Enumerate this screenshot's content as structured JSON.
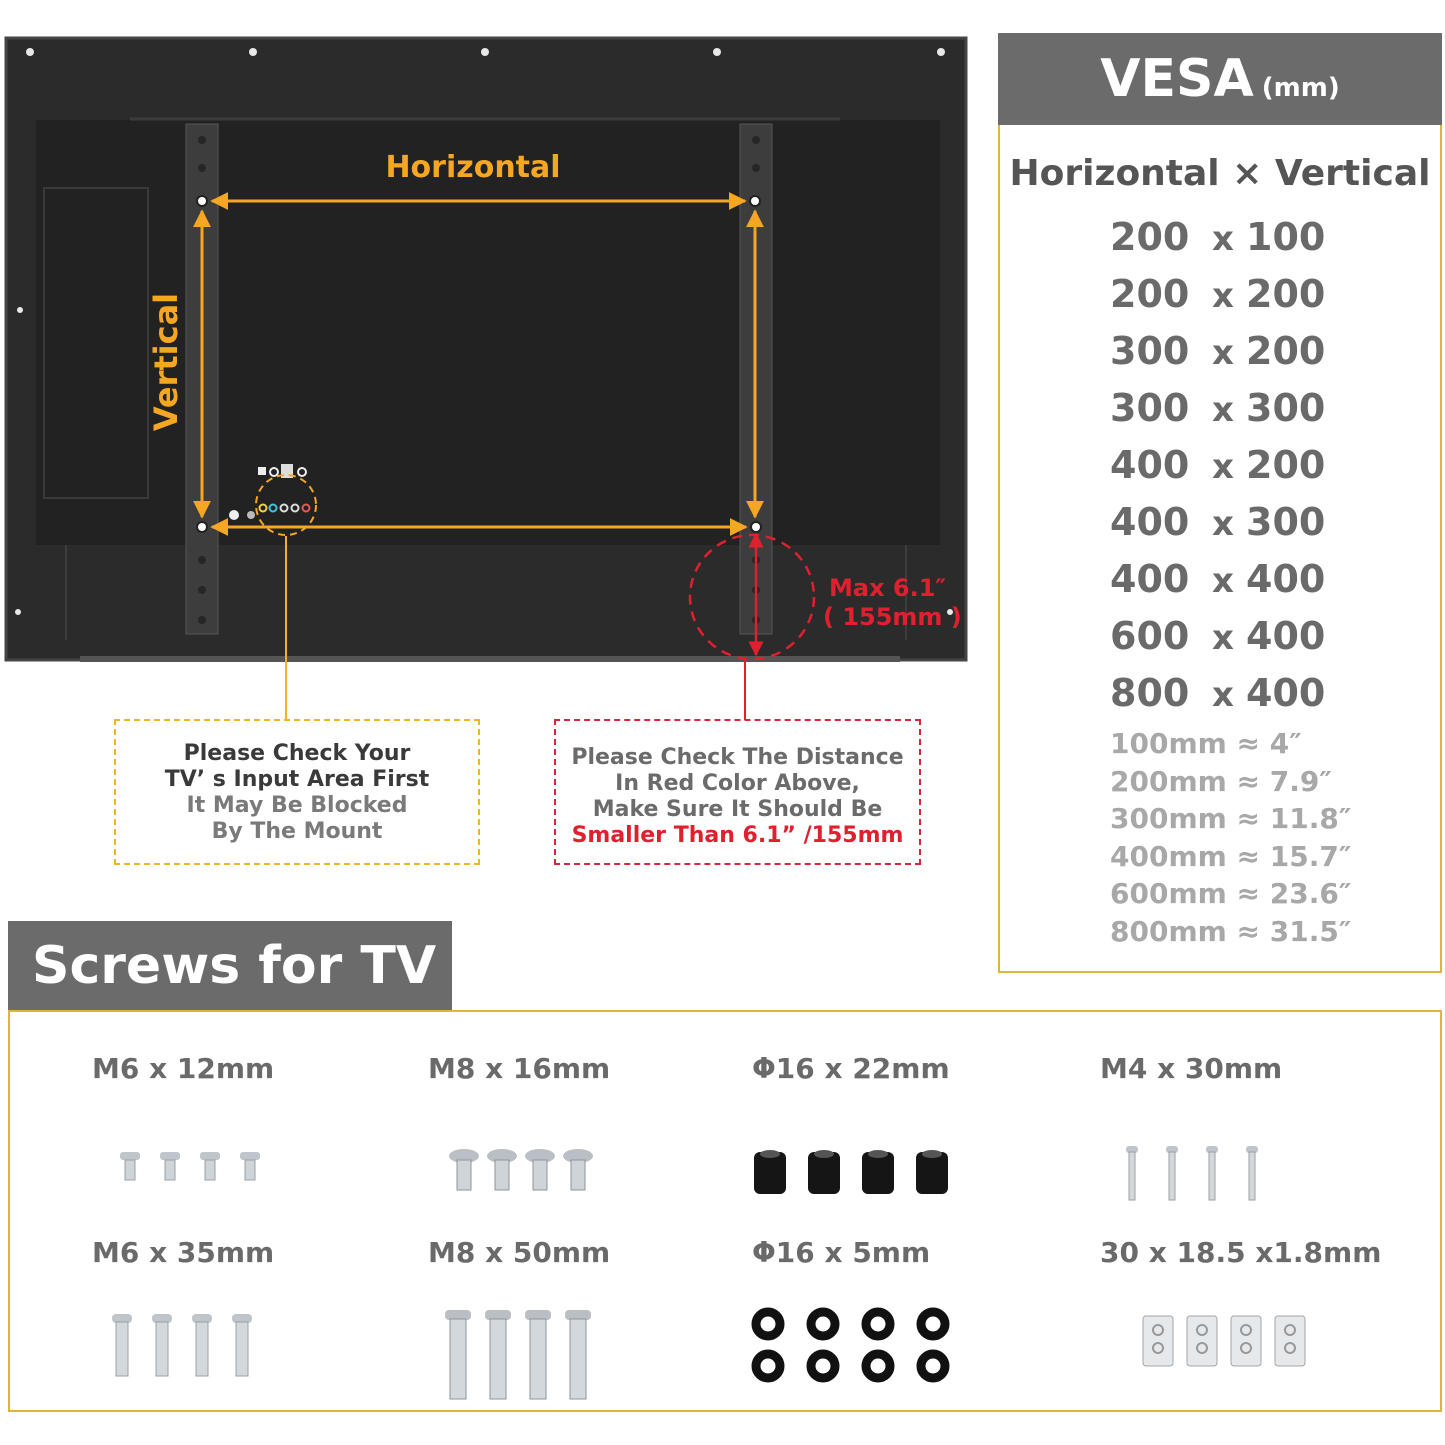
{
  "diagram": {
    "horizontal_label": "Horizontal",
    "vertical_label": "Vertical",
    "max_line1": "Max  6.1″",
    "max_line2": "( 155mm )",
    "colors": {
      "orange": "#f5a623",
      "red": "#e0202e",
      "tv": "#2a2a2a"
    }
  },
  "input_callout": {
    "line1": "Please Check Your",
    "line2": "TV’ s Input Area First",
    "line3": "It May Be Blocked",
    "line4": "By The Mount"
  },
  "distance_callout": {
    "line1": "Please Check The Distance",
    "line2": "In Red Color Above,",
    "line3": "Make Sure It Should Be",
    "line4": "Smaller Than 6.1”  /155mm"
  },
  "vesa": {
    "title": "VESA",
    "unit": "(mm)",
    "column_header": "Horizontal × Vertical",
    "rows": [
      {
        "h": "200",
        "x": "x",
        "v": "100"
      },
      {
        "h": "200",
        "x": "x",
        "v": "200"
      },
      {
        "h": "300",
        "x": "x",
        "v": "200"
      },
      {
        "h": "300",
        "x": "x",
        "v": "300"
      },
      {
        "h": "400",
        "x": "x",
        "v": "200"
      },
      {
        "h": "400",
        "x": "x",
        "v": "300"
      },
      {
        "h": "400",
        "x": "x",
        "v": "400"
      },
      {
        "h": "600",
        "x": "x",
        "v": "400"
      },
      {
        "h": "800",
        "x": "x",
        "v": "400"
      }
    ],
    "conversions": [
      "100mm ≈ 4″",
      "200mm ≈ 7.9″",
      "300mm ≈ 11.8″",
      "400mm ≈ 15.7″",
      "600mm ≈ 23.6″",
      "800mm ≈ 31.5″"
    ]
  },
  "screws": {
    "title": "Screws for TV",
    "items": [
      {
        "label": "M6 x 12mm",
        "icon": "short-screw-icon"
      },
      {
        "label": "M8 x 16mm",
        "icon": "thick-screw-icon"
      },
      {
        "label": "Φ16 x 22mm",
        "icon": "spacer-icon"
      },
      {
        "label": "M4 x 30mm",
        "icon": "thin-long-screw-icon"
      },
      {
        "label": "M6 x 35mm",
        "icon": "long-screw-icon"
      },
      {
        "label": "M8 x 50mm",
        "icon": "extra-long-screw-icon"
      },
      {
        "label": "Φ16 x 5mm",
        "icon": "washer-icon"
      },
      {
        "label": "30 x 18.5 x1.8mm",
        "icon": "plate-washer-icon"
      }
    ]
  }
}
